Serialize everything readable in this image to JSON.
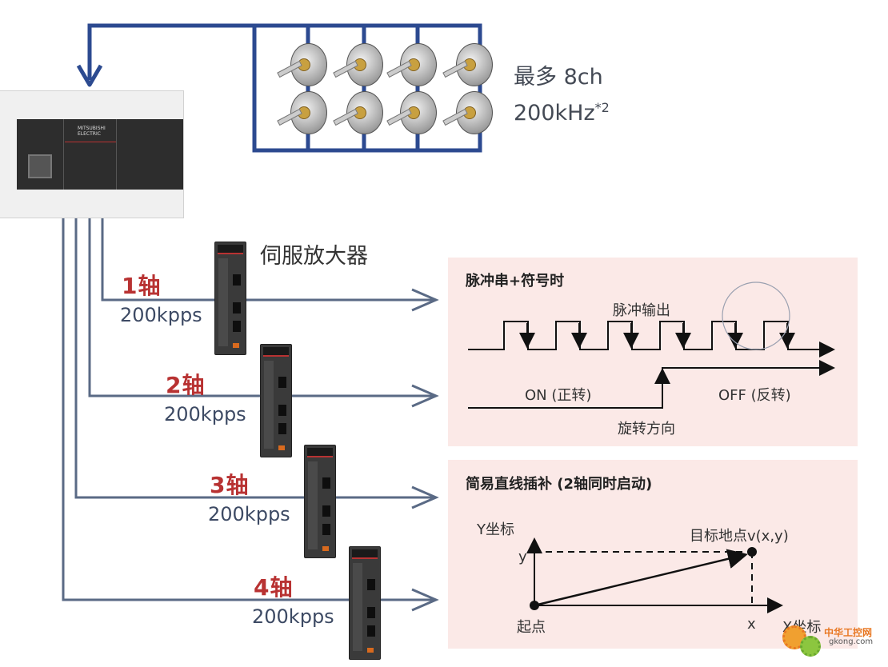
{
  "encoders": {
    "label_line1": "最多 8ch",
    "label_line2": "200kHz",
    "label_sup": "*2"
  },
  "plc": {
    "brand_line1": "MITSUBISHI",
    "brand_line2": "ELECTRIC"
  },
  "servo_label": "伺服放大器",
  "axes": [
    {
      "name": "1轴",
      "rate": "200kpps"
    },
    {
      "name": "2轴",
      "rate": "200kpps"
    },
    {
      "name": "3轴",
      "rate": "200kpps"
    },
    {
      "name": "4轴",
      "rate": "200kpps"
    }
  ],
  "pulse_panel": {
    "title": "脉冲串+符号时",
    "pulse_label": "脉冲输出",
    "on_label": "ON (正转)",
    "off_label": "OFF (反转)",
    "dir_label": "旋转方向"
  },
  "interp_panel": {
    "title": "简易直线插补 (2轴同时启动)",
    "y_axis": "Y坐标",
    "x_axis": "X坐标",
    "target": "目标地点v(x,y)",
    "y_mark": "y",
    "x_mark": "x",
    "origin": "起点"
  },
  "watermark": {
    "line1": "中华工控网",
    "line2": "gkong.com"
  },
  "colors": {
    "wire_blue": "#2c4a90",
    "arrow_gray": "#5a6a85",
    "axis_red": "#b83232",
    "panel_bg": "#fbe9e7"
  }
}
